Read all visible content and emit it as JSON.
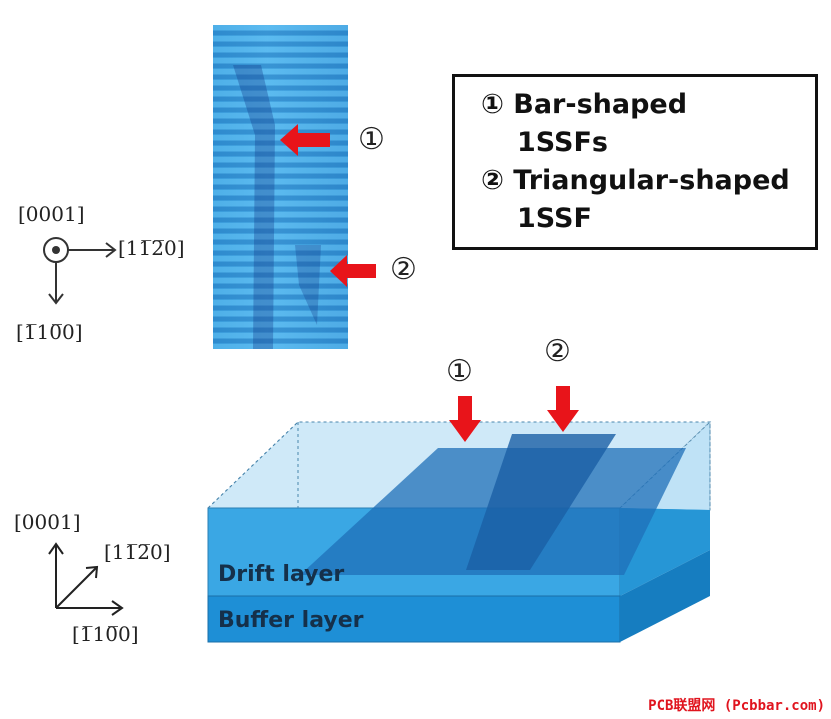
{
  "photo": {
    "marker1": "①",
    "marker2": "②"
  },
  "legend": {
    "line1": "① Bar-shaped",
    "line2": "1SSFs",
    "line3": "② Triangular-shaped",
    "line4": "1SSF"
  },
  "top_axes": {
    "out_of_plane": "[0001]",
    "horizontal": "[11̅2̅0]",
    "vertical": "[1̅10̅0]"
  },
  "bottom_axes": {
    "up": "[0001]",
    "diag": "[11̅2̅0]",
    "right": "[1̅10̅0]"
  },
  "block": {
    "marker1": "①",
    "marker2": "②",
    "drift_label": "Drift layer",
    "buffer_label": "Buffer layer"
  },
  "watermark": "PCB联盟网 (Pcbbar.com)",
  "colors": {
    "arrow_red": "#e8141a",
    "drift_blue": "#2e9bdc",
    "buffer_blue": "#1e8fd6",
    "fault_blue": "#1f6fb8"
  }
}
